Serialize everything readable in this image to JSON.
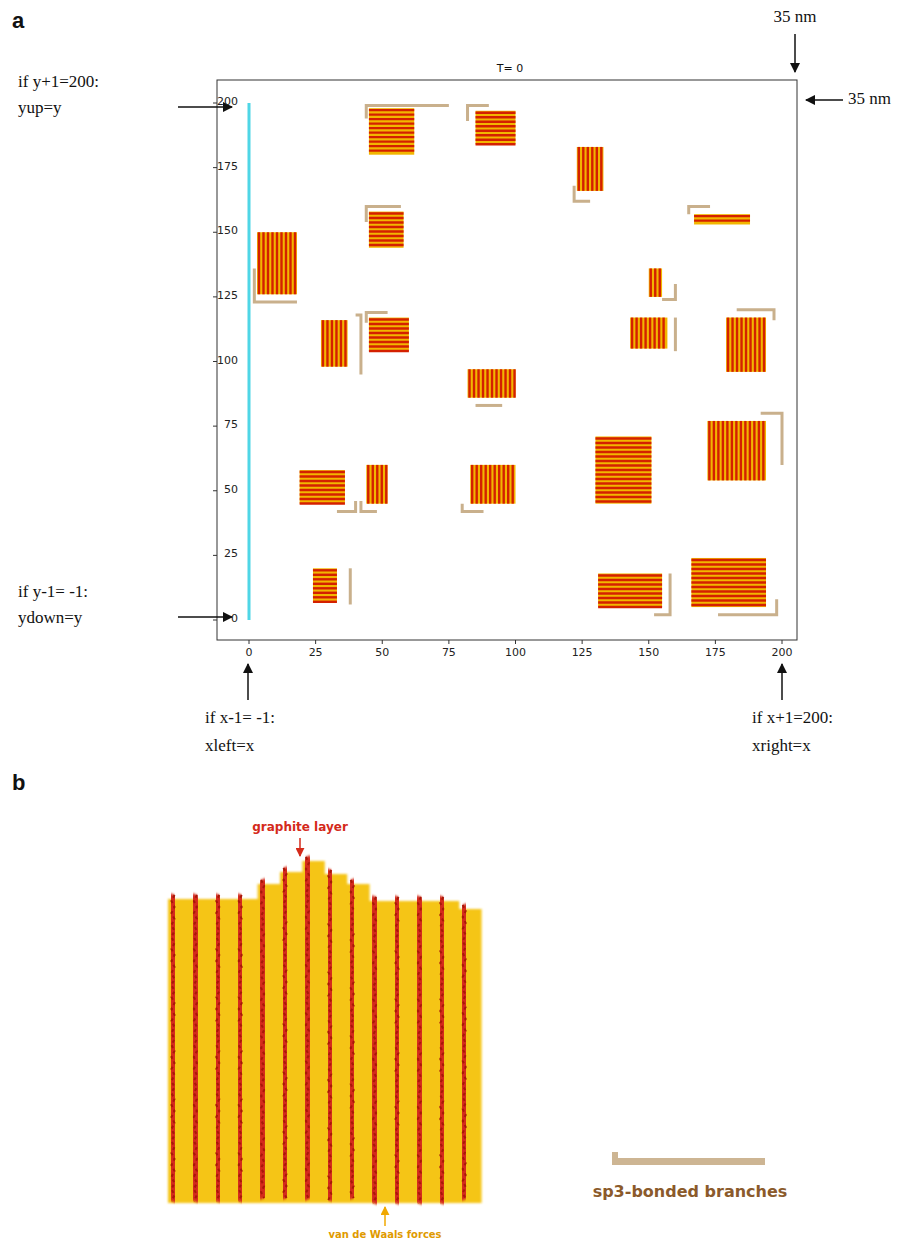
{
  "diagram": {
    "labels": [
      "a",
      "T= 0",
      "35 nm",
      "35 nm",
      "if y+1=200:",
      "yup=y",
      "if y-1= -1:",
      "ydown=y",
      "200",
      "175",
      "150",
      "125",
      "100",
      "75",
      "50",
      "25",
      "0",
      "0",
      "25",
      "50",
      "75",
      "100",
      "125",
      "150",
      "175",
      "200",
      "if x-1= -1:",
      "xleft=x",
      "if x+1=200:",
      "xright=x",
      "b",
      "graphite layer",
      "van de Waals forces",
      "sp3-bonded branches"
    ]
  }
}
